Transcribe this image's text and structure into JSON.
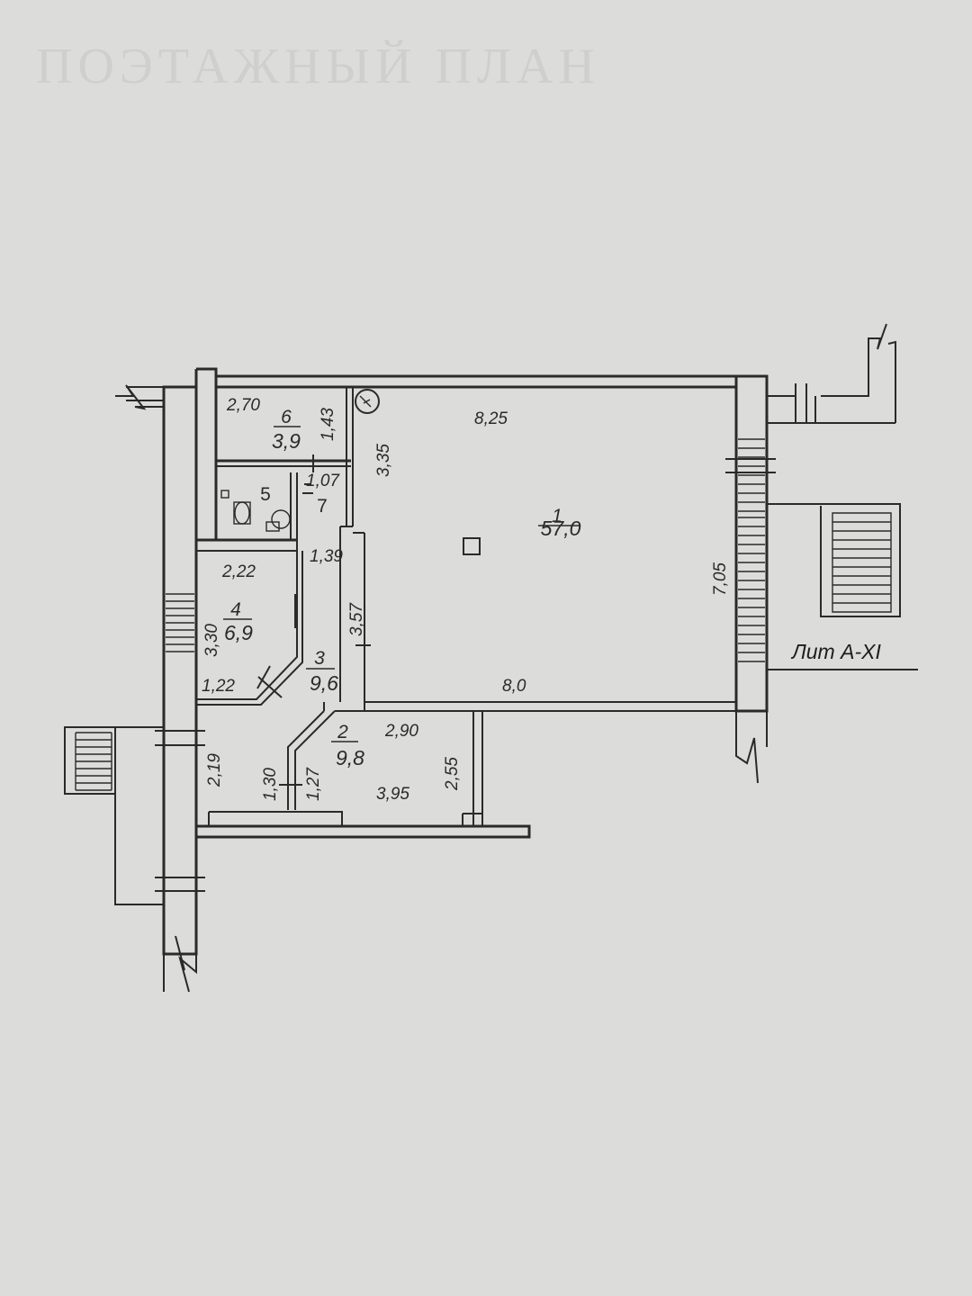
{
  "drawing": {
    "building_label": "Лит A-XI",
    "ghost_header": "ПОЭТАЖНЫЙ ПЛАН"
  },
  "rooms": [
    {
      "number": "1",
      "area": "57,0"
    },
    {
      "number": "2",
      "area": "9,8"
    },
    {
      "number": "3",
      "area": "9,6"
    },
    {
      "number": "4",
      "area": "6,9"
    },
    {
      "number": "5",
      "area": ""
    },
    {
      "number": "6",
      "area": "3,9"
    },
    {
      "number": "7",
      "area": ""
    }
  ],
  "dimensions": {
    "d_2_70": "2,70",
    "d_1_43": "1,43",
    "d_1_07": "1,07",
    "d_3_35": "3,35",
    "d_8_25": "8,25",
    "d_1_39": "1,39",
    "d_2_22": "2,22",
    "d_3_30": "3,30",
    "d_3_57": "3,57",
    "d_7_05": "7,05",
    "d_1_22": "1,22",
    "d_8_0": "8,0",
    "d_2_90": "2,90",
    "d_2_19": "2,19",
    "d_2_55": "2,55",
    "d_1_30": "1,30",
    "d_1_27": "1,27",
    "d_3_95": "3,95"
  },
  "colors": {
    "paper": "#dcdcda",
    "ink": "#2a2a2a"
  }
}
